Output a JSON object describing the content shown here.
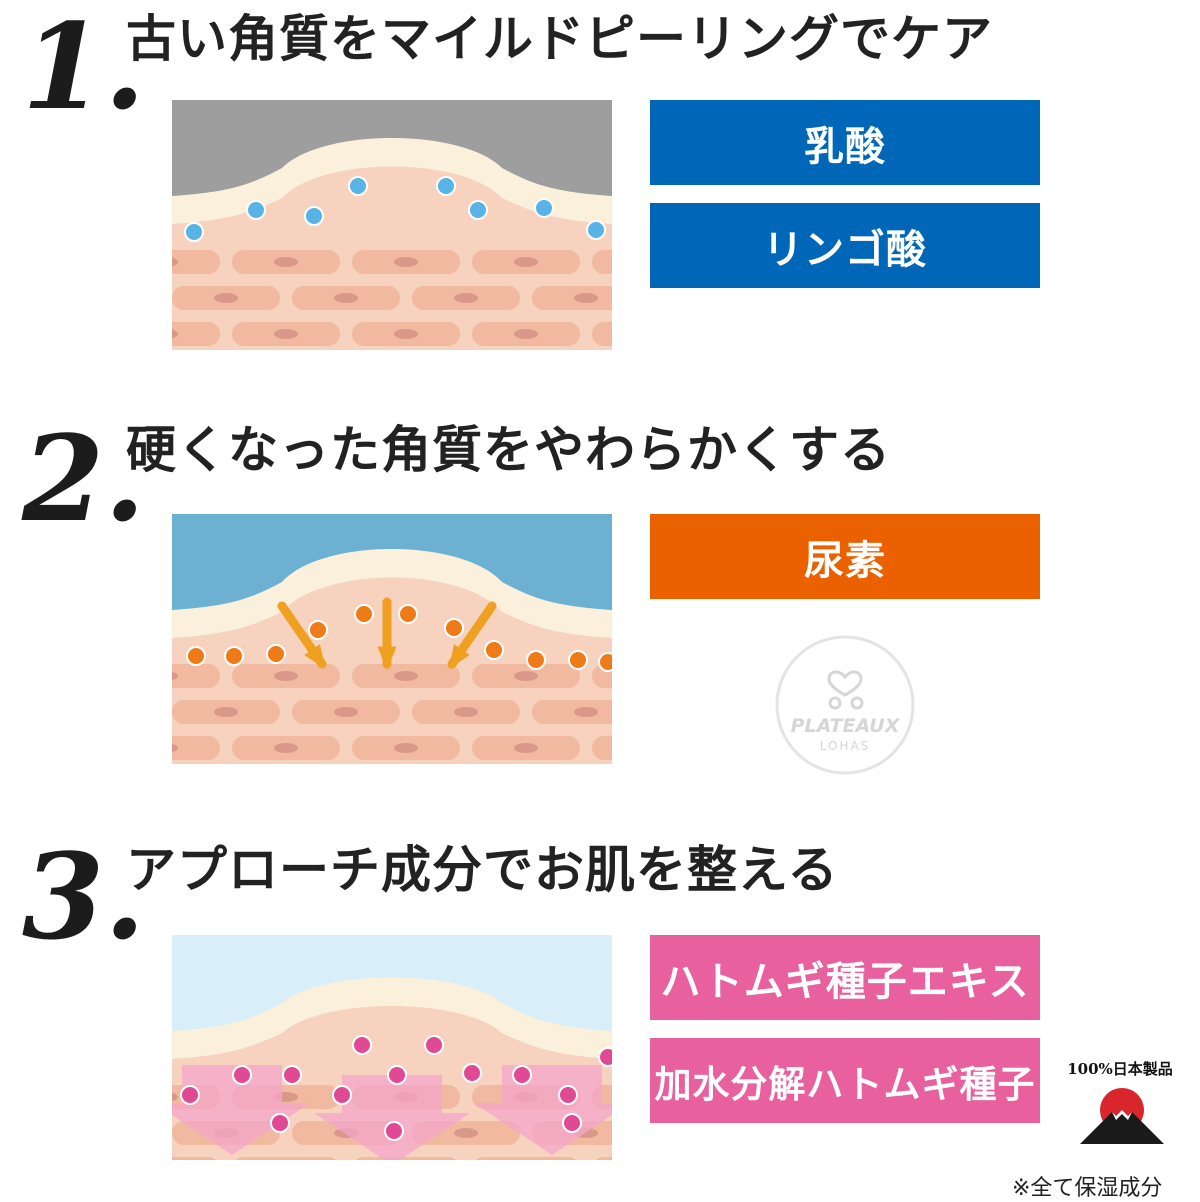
{
  "steps": [
    {
      "number": "1.",
      "title": "古い角質をマイルドピーリングでケア",
      "labels": [
        "乳酸",
        "リンゴ酸"
      ],
      "label_color": "#0067b8"
    },
    {
      "number": "2.",
      "title": "硬くなった角質をやわらかくする",
      "labels": [
        "尿素"
      ],
      "label_color": "#eb6100"
    },
    {
      "number": "3.",
      "title": "アプローチ成分でお肌を整える",
      "labels": [
        "ハトムギ種子エキス",
        "加水分解ハトムギ種子"
      ],
      "label_color": "#e8609e"
    }
  ],
  "watermark": {
    "brand": "PLATEAUX",
    "sub": "LOHAS"
  },
  "badge": {
    "text": "100%日本製品"
  },
  "footnote": "※全て保湿成分",
  "colors": {
    "skin": "#f6d2bf",
    "cell": "#f0b9a0",
    "stratum": "#fbf0dc",
    "bg_step1": "#9e9e9e",
    "bg_step2": "#6cb0d2",
    "bg_step3": "#d8eef9",
    "dot_blue": "#58b4e6",
    "dot_orange": "#ee7a18",
    "dot_pink": "#e04a92"
  }
}
